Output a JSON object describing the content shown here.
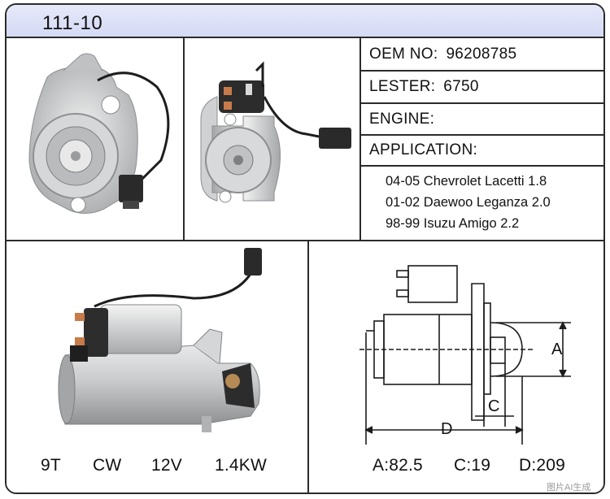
{
  "header": {
    "title": "111-10"
  },
  "specs": {
    "oem": {
      "label": "OEM  NO:",
      "value": "96208785"
    },
    "lester": {
      "label": "LESTER:",
      "value": "6750"
    },
    "engine": {
      "label": "ENGINE:",
      "value": ""
    },
    "application": {
      "label": "APPLICATION:"
    }
  },
  "applications": [
    "04-05 Chevrolet Lacetti 1.8",
    "01-02 Daewoo Leganza 2.0",
    "98-99 Isuzu Amigo 2.2"
  ],
  "electrical": {
    "teeth": "9T",
    "rotation": "CW",
    "voltage": "12V",
    "power": "1.4KW"
  },
  "dimensions": {
    "label_a": "A",
    "label_c": "C",
    "label_d": "D",
    "a": "A:82.5",
    "c": "C:19",
    "d": "D:209"
  },
  "watermark": "图片AI生成",
  "colors": {
    "header_bg": "#dde1f7",
    "border": "#2b2b2b",
    "metal": "#c9cbcd",
    "dark": "#2d2d2d"
  }
}
